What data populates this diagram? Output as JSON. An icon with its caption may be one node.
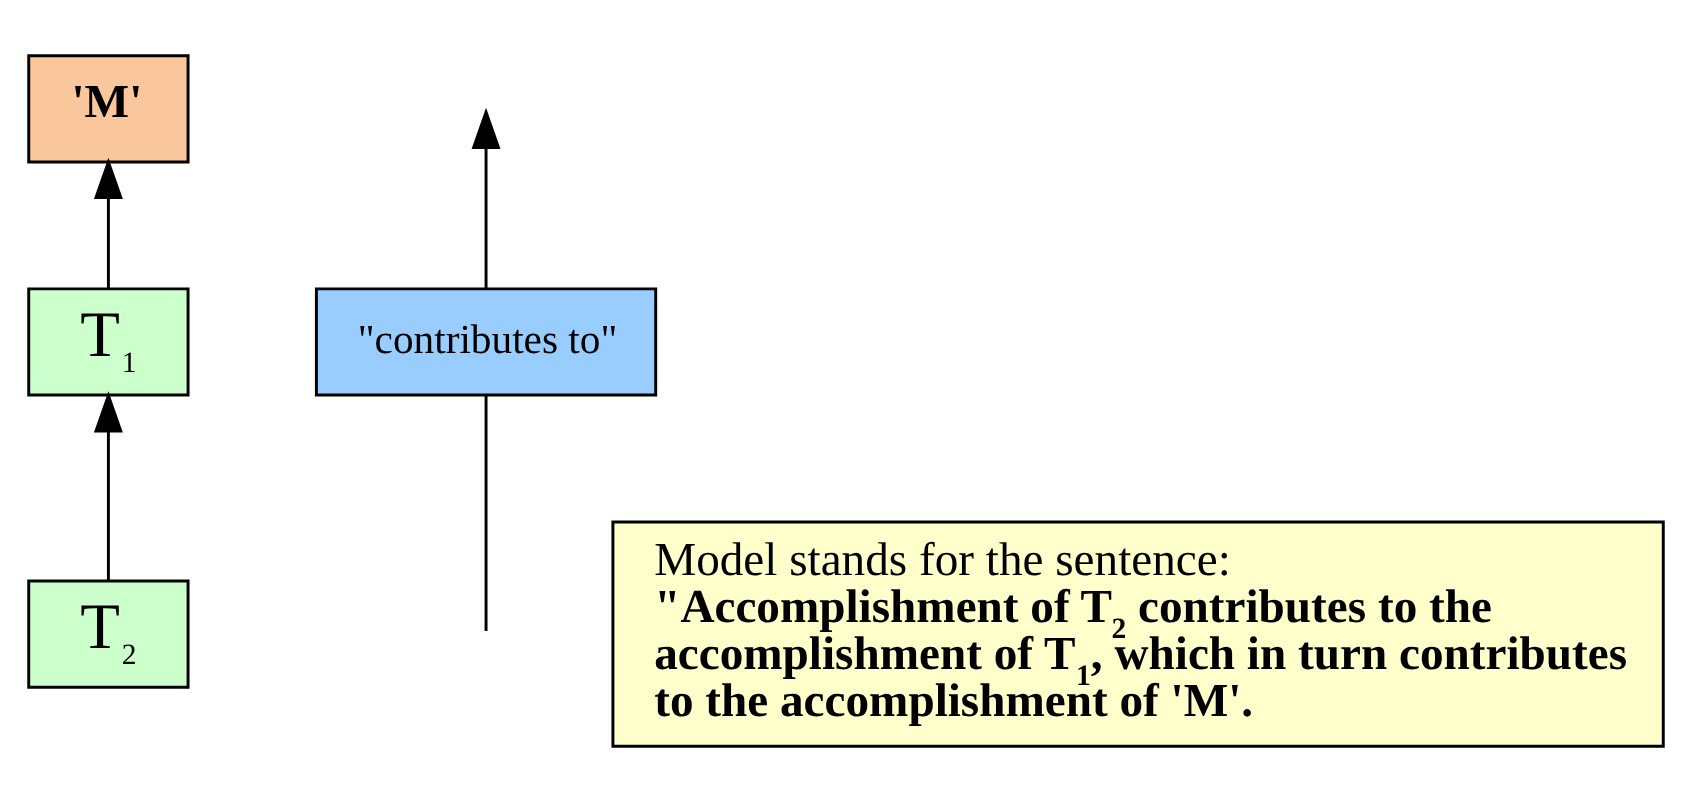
{
  "diagram": {
    "nodes": [
      {
        "text": [
          "'M'"
        ]
      },
      {
        "text": [
          "T$_{1}$"
        ]
      },
      {
        "text": [
          "T$_{2}$"
        ]
      },
      {
        "text": [
          "\"contributes to\""
        ]
      },
      {
        "text": [
          "Model stands for the sentence: **\"Accomplishment of T$_{2}$ contributes to the accomplishment of T$_{1}$, which in turn contributes to the accomplishment of 'M'.**"
        ]
      }
    ],
    "edges": [
      {
        "from": 2,
        "to": 1,
        "arrow": "to"
      },
      {
        "from": 1,
        "to": 0,
        "arrow": "to"
      },
      {
        "from": null,
        "to": 3,
        "arrow": "none"
      },
      {
        "from": 3,
        "to": null,
        "arrow": "to"
      }
    ]
  }
}
